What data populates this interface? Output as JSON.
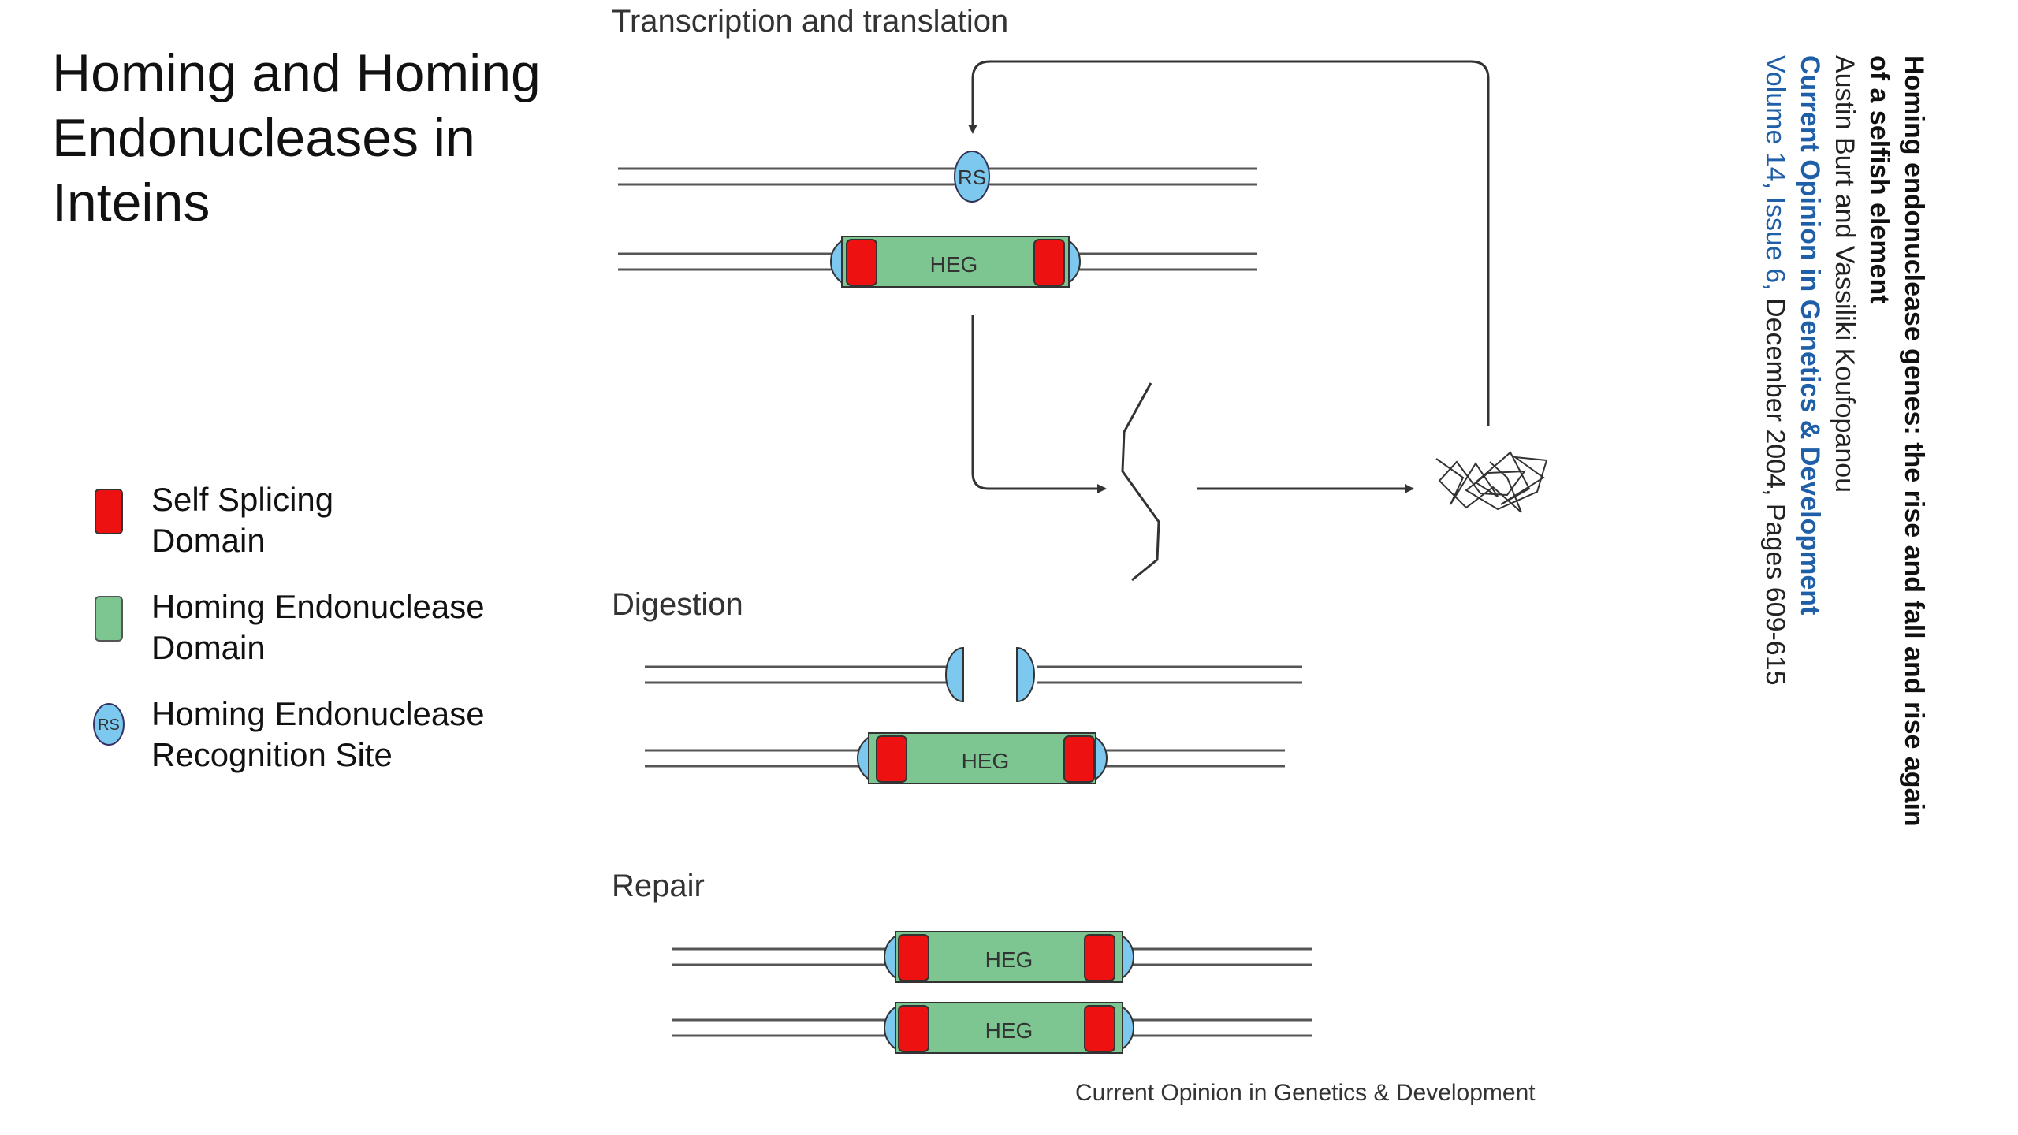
{
  "title": {
    "line1": "Homing and Homing",
    "line2": "Endonucleases in",
    "line3": "Inteins"
  },
  "legend": {
    "items": [
      {
        "line1": "Self Splicing",
        "line2": "Domain"
      },
      {
        "line1": "Homing Endonuclease",
        "line2": "Domain"
      },
      {
        "line1": "Homing Endonuclease",
        "line2": "Recognition Site"
      }
    ],
    "rs_symbol": "RS"
  },
  "diagram": {
    "section_transcription": "Transcription and translation",
    "section_digestion": "Digestion",
    "section_repair": "Repair",
    "rs_label": "RS",
    "heg_label": "HEG",
    "footer": "Current Opinion in Genetics & Development",
    "colors": {
      "self_splicing": "#ee1111",
      "homing_endonuclease": "#7dc692",
      "recognition_site": "#7cc8ef"
    }
  },
  "citation": {
    "title": "Homing endonuclease genes: the rise and fall and rise again of a selfish element",
    "authors": "Austin Burt and Vassiliki Koufopanou",
    "journal": "Current Opinion in Genetics & Development",
    "volume": "Volume 14, Issue 6,",
    "date_pages": " December 2004, Pages 609-615"
  }
}
